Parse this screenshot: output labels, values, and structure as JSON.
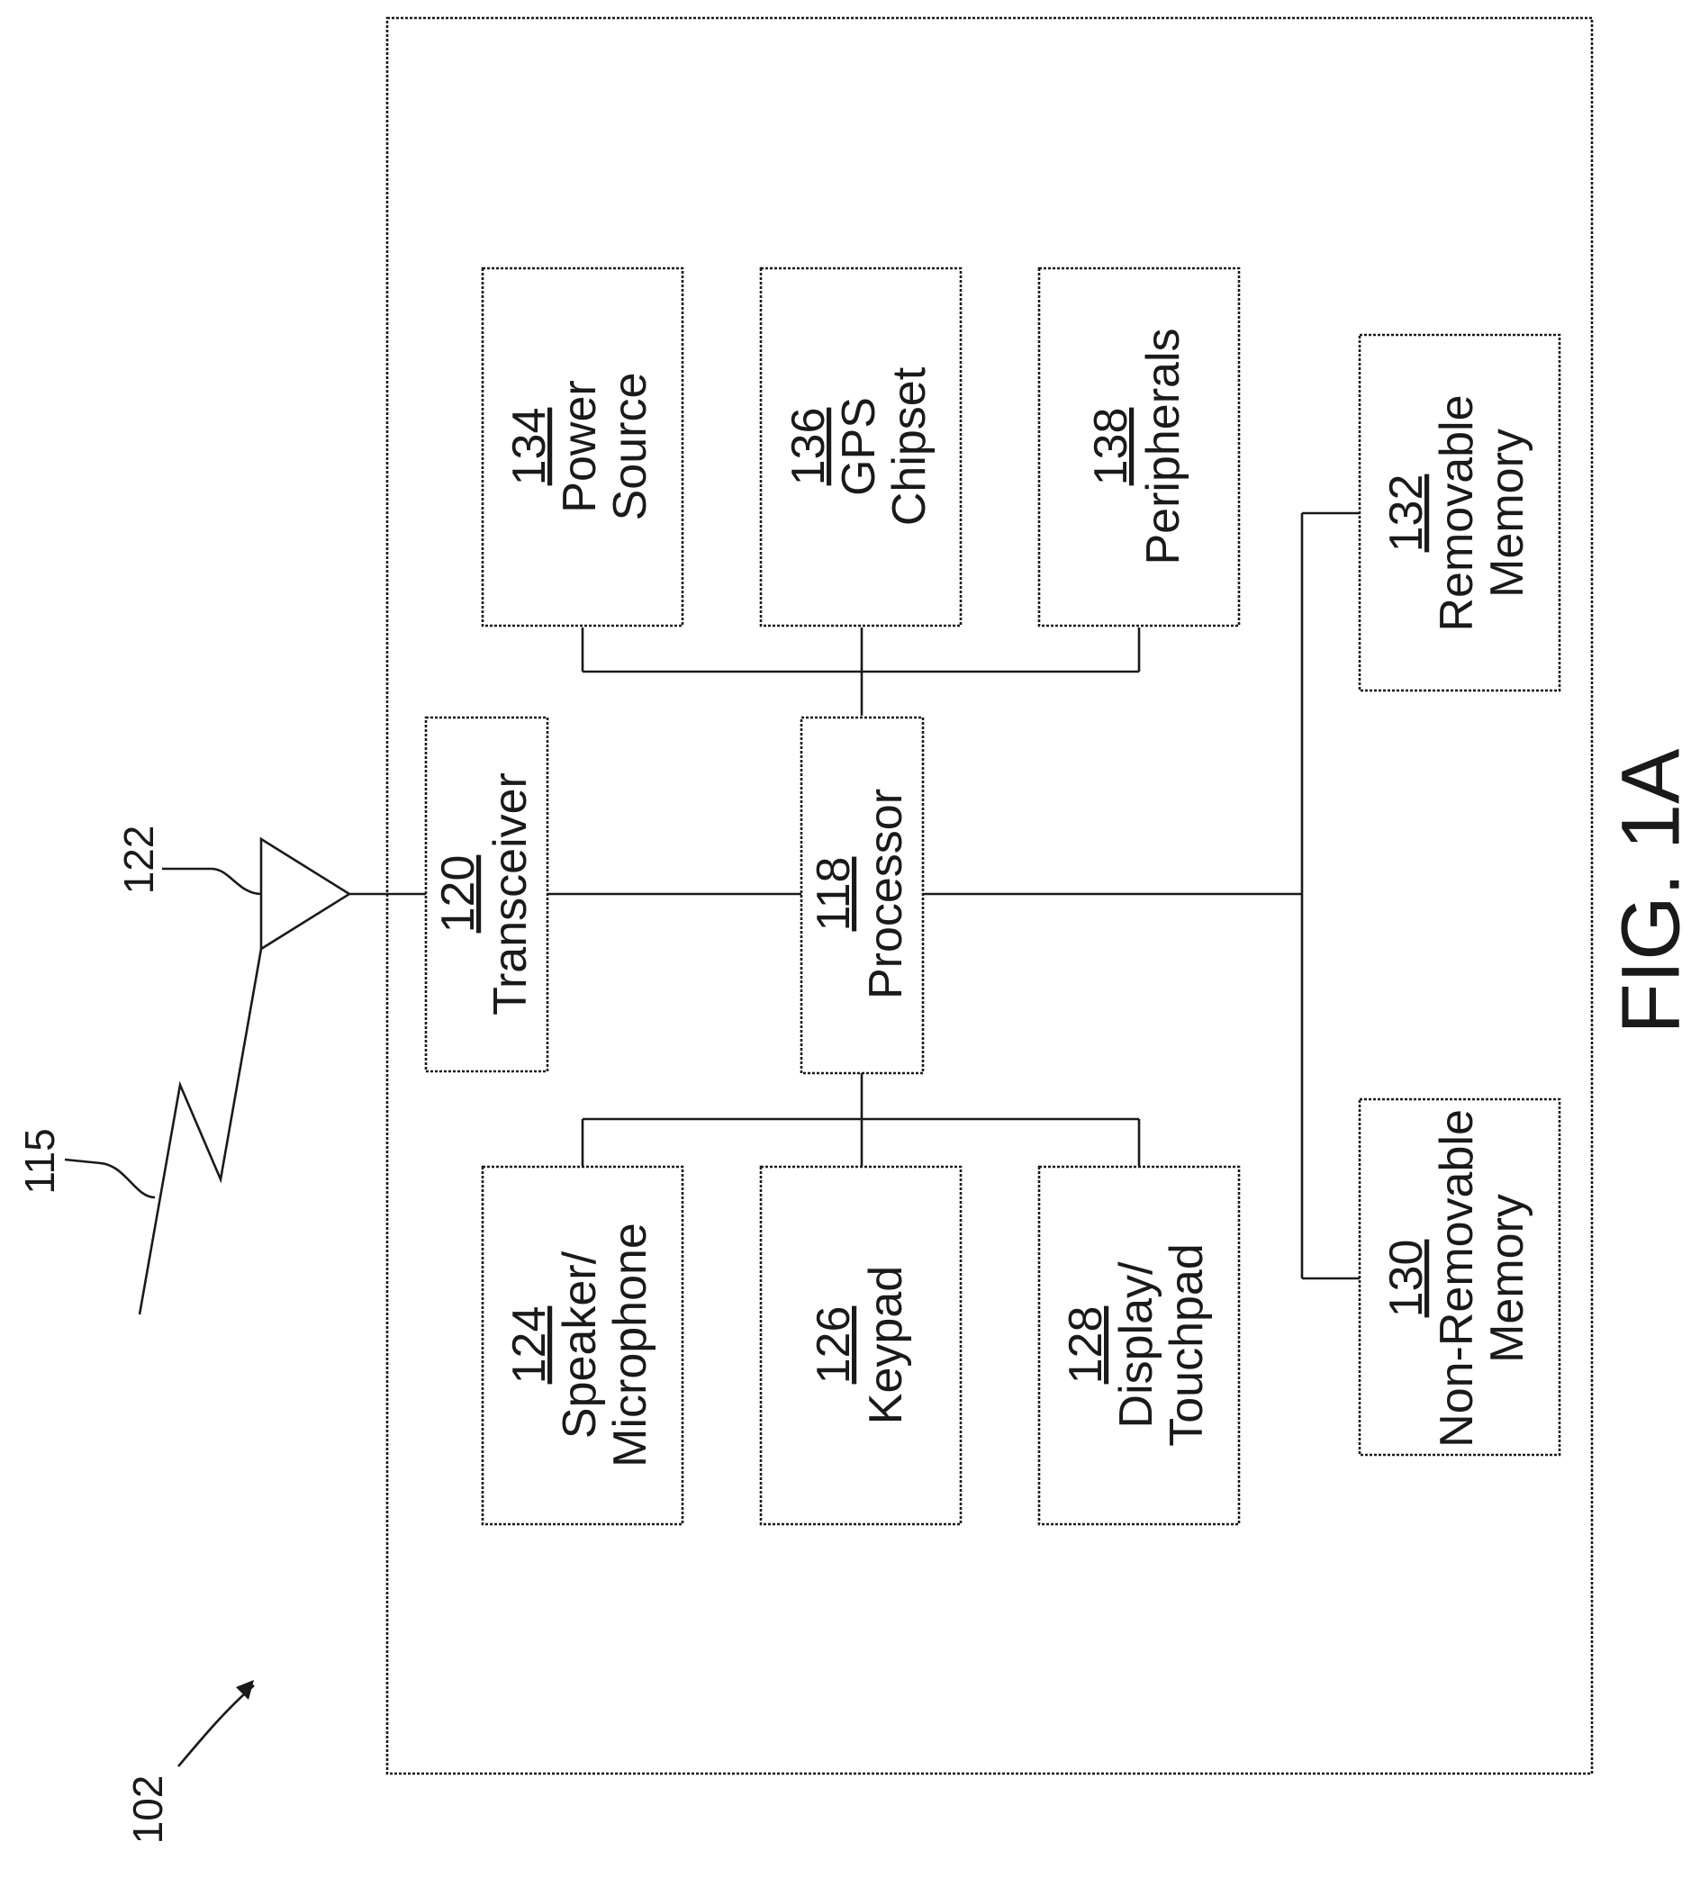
{
  "figure_label": "FIG. 1A",
  "device_ref": "102",
  "signal_ref": "115",
  "antenna_ref": "122",
  "colors": {
    "line": "#1a1a1a",
    "background": "#ffffff"
  },
  "blocks": {
    "transceiver": {
      "num": "120",
      "lines": [
        "Transceiver"
      ]
    },
    "processor": {
      "num": "118",
      "lines": [
        "Processor"
      ]
    },
    "power_source": {
      "num": "134",
      "lines": [
        "Power",
        "Source"
      ]
    },
    "gps_chipset": {
      "num": "136",
      "lines": [
        "GPS",
        "Chipset"
      ]
    },
    "peripherals": {
      "num": "138",
      "lines": [
        "Peripherals"
      ]
    },
    "speaker_mic": {
      "num": "124",
      "lines": [
        "Speaker/",
        "Microphone"
      ]
    },
    "keypad": {
      "num": "126",
      "lines": [
        "Keypad"
      ]
    },
    "display_touch": {
      "num": "128",
      "lines": [
        "Display/",
        "Touchpad"
      ]
    },
    "removable": {
      "num": "132",
      "lines": [
        "Removable",
        "Memory"
      ]
    },
    "non_removable": {
      "num": "130",
      "lines": [
        "Non-Removable",
        "Memory"
      ]
    }
  }
}
